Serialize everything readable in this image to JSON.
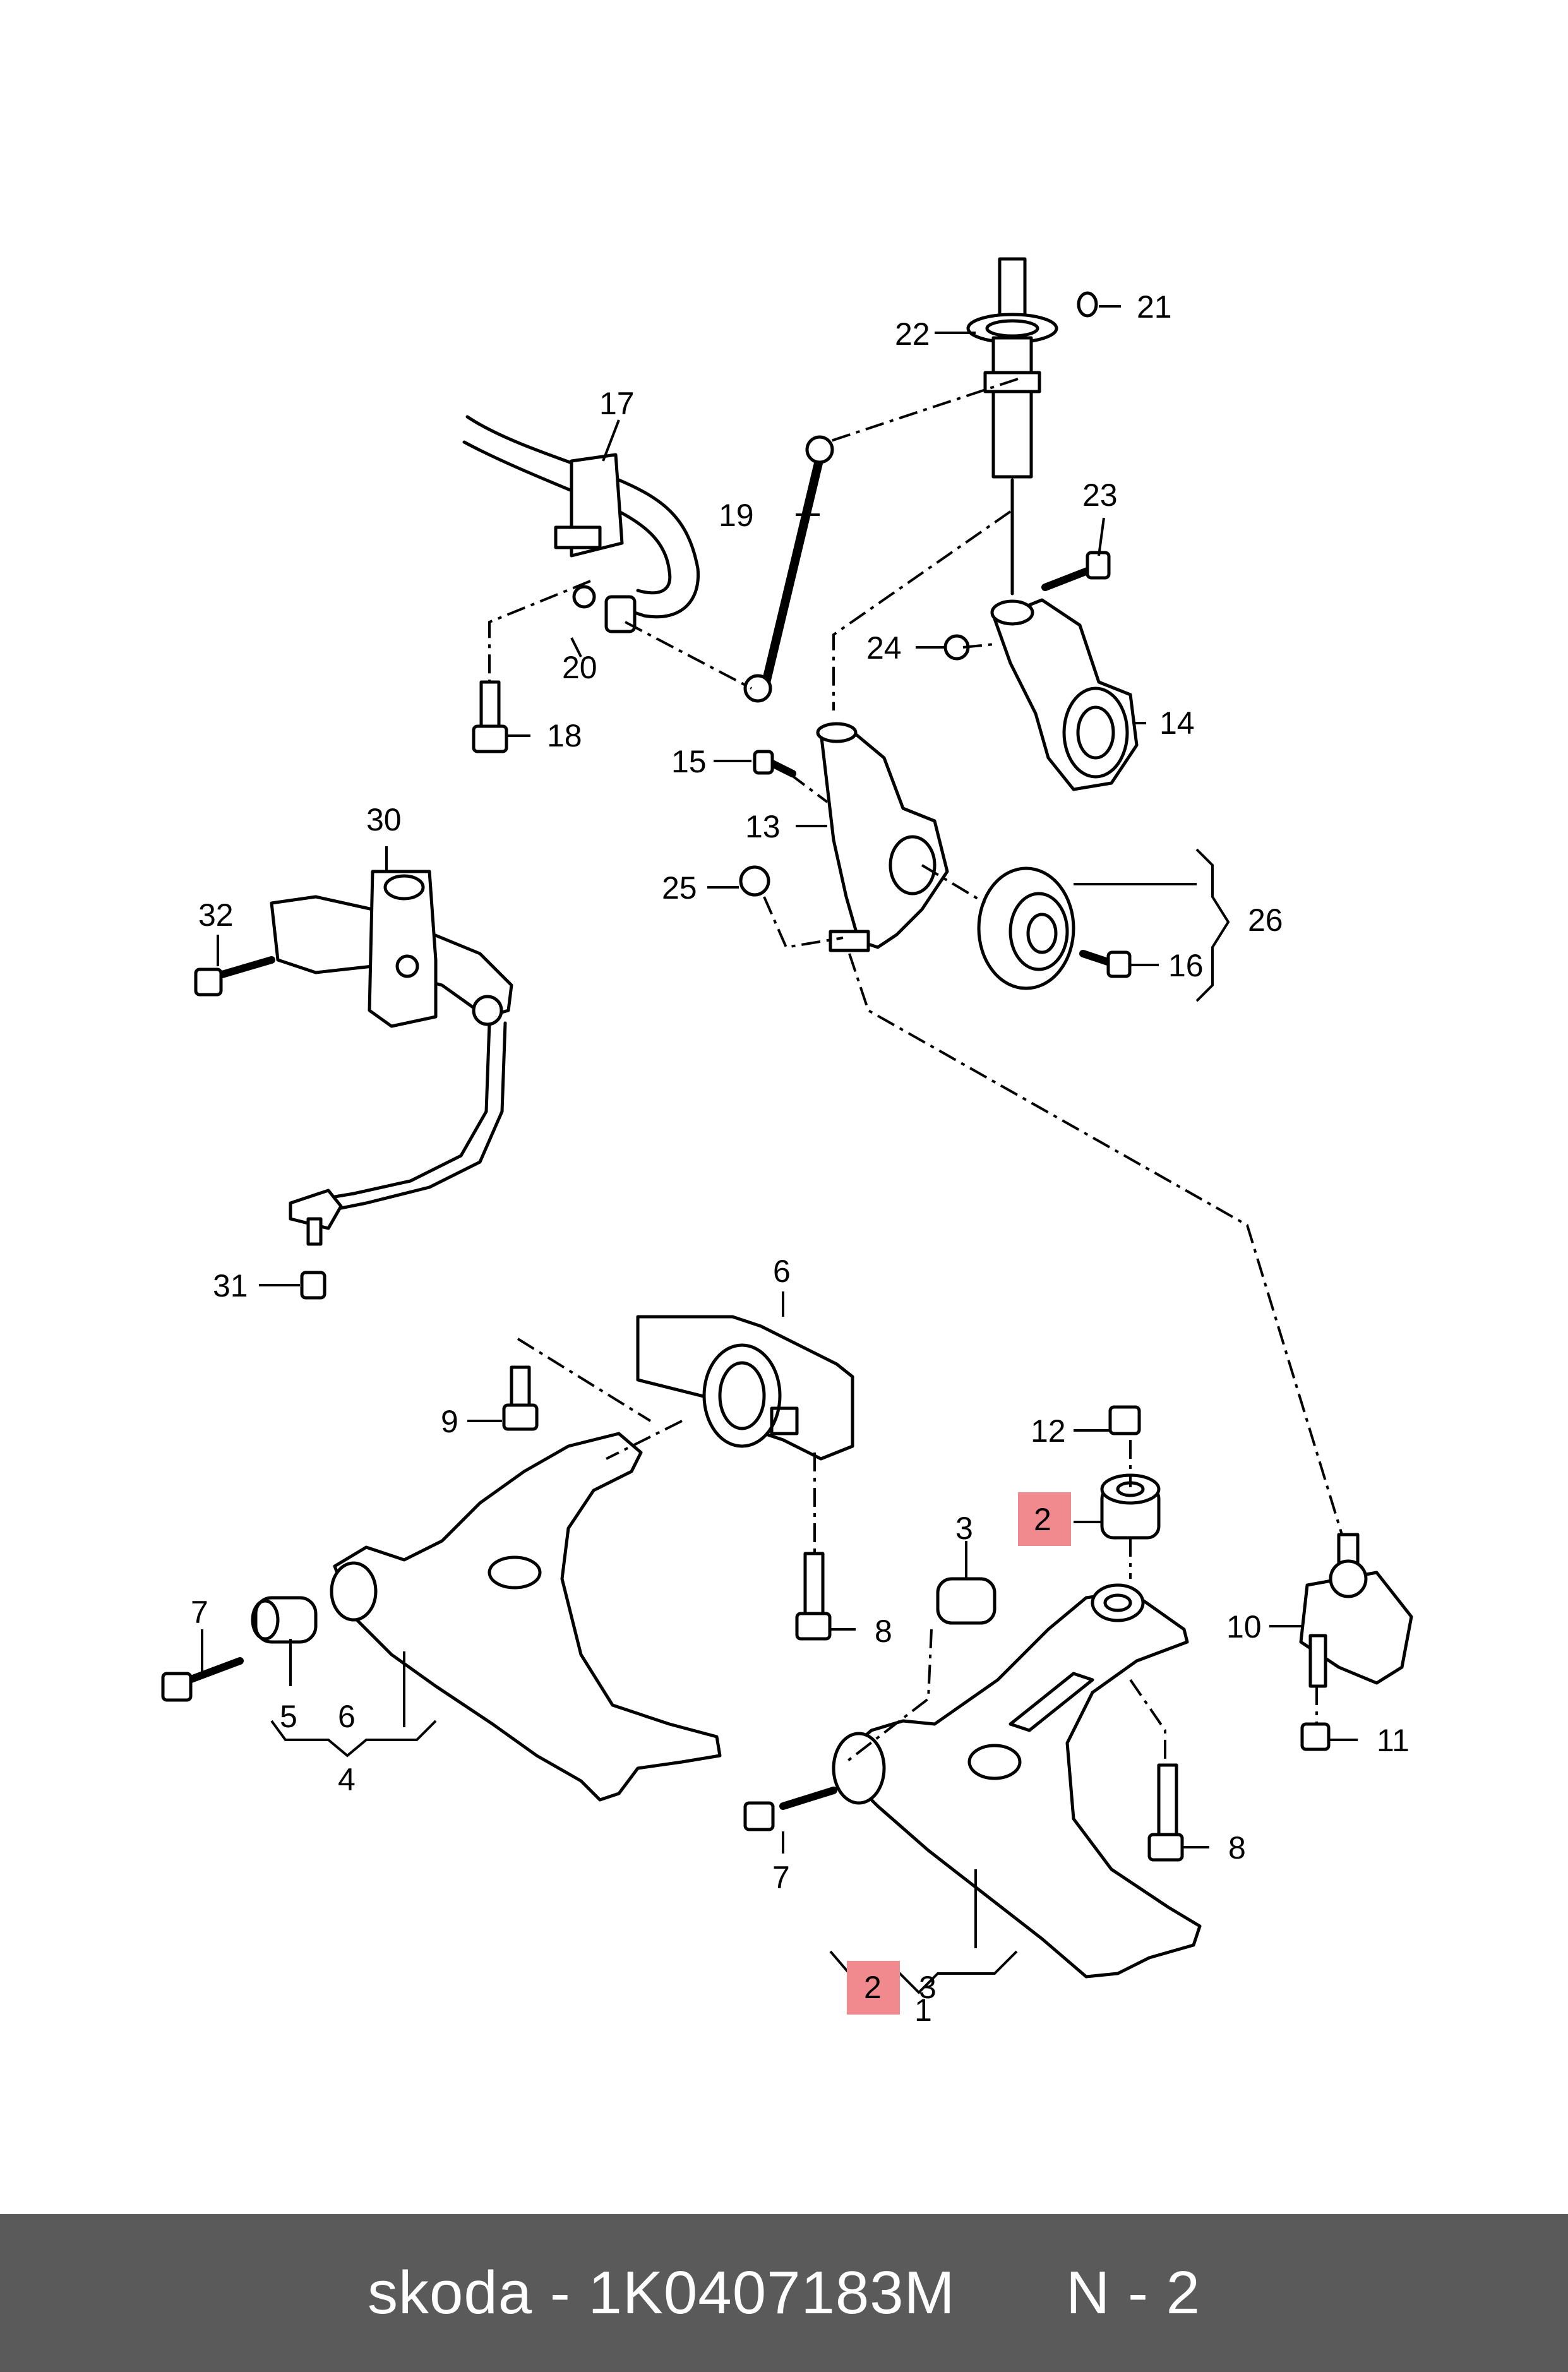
{
  "footer": {
    "brand": "skoda",
    "separator": "-",
    "part_number": "1K0407183M",
    "position_prefix": "N",
    "position_separator": "-",
    "position_number": "2"
  },
  "highlight_color": "#f08a8f",
  "footer_bg": "#5a5a5a",
  "callouts": {
    "c1": "1",
    "c2a": "2",
    "c2b": "2",
    "c3a": "3",
    "c3b": "3",
    "c4": "4",
    "c5": "5",
    "c6a": "6",
    "c6b": "6",
    "c7a": "7",
    "c7b": "7",
    "c8a": "8",
    "c8b": "8",
    "c9": "9",
    "c10": "10",
    "c11": "11",
    "c12": "12",
    "c13": "13",
    "c14": "14",
    "c15": "15",
    "c16": "16",
    "c17": "17",
    "c18": "18",
    "c19": "19",
    "c20": "20",
    "c21": "21",
    "c22": "22",
    "c23": "23",
    "c24": "24",
    "c25": "25",
    "c26": "26",
    "c30": "30",
    "c31": "31",
    "c32": "32"
  }
}
